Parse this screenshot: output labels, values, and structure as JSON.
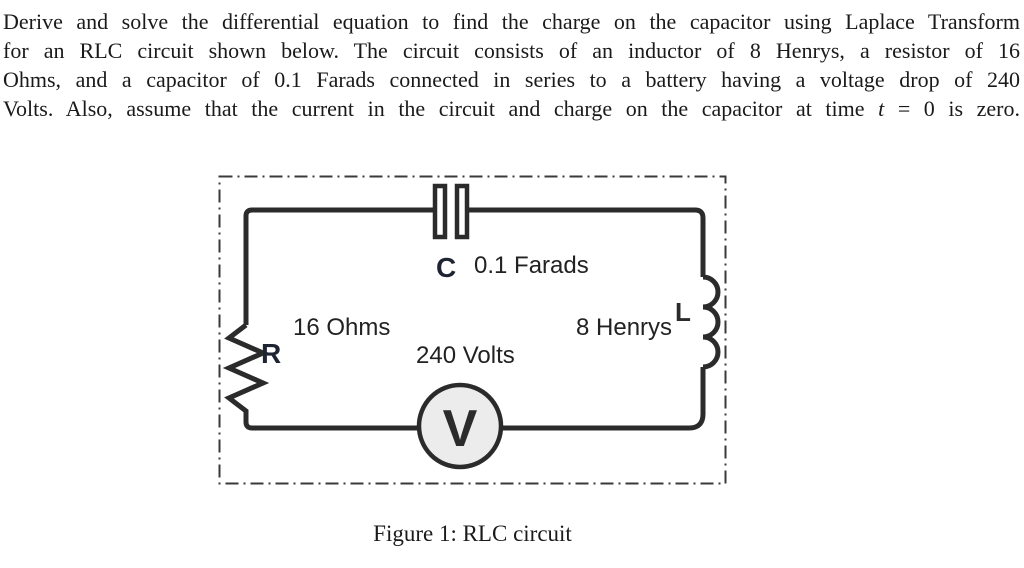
{
  "problem": {
    "lines": [
      "Derive and solve the differential equation to find the charge on the capacitor using Laplace Transform",
      "for an RLC circuit shown below.  The circuit consists of an inductor of 8 Henrys, a resistor of 16",
      "Ohms, and a capacitor of 0.1 Farads connected in series to a battery having a voltage drop of 240"
    ],
    "last_line": {
      "pre": "Volts.  Also, assume that the current in the circuit and charge on the capacitor at time ",
      "var": "t",
      "post": " = 0 is zero."
    }
  },
  "figure": {
    "caption": "Figure 1: RLC circuit",
    "capacitor_label": "C",
    "capacitor_value": "0.1 Farads",
    "resistor_label": "R",
    "resistor_value": "16 Ohms",
    "inductor_label": "L",
    "inductor_value": "8 Henrys",
    "source_label": "V",
    "source_value": "240 Volts"
  },
  "colors": {
    "ink": "#1a1a1a",
    "wire": "#2b2b2b",
    "component_letter": "#1f2433",
    "source_fill": "#ececec",
    "figure_border": "#3a3a3a"
  }
}
